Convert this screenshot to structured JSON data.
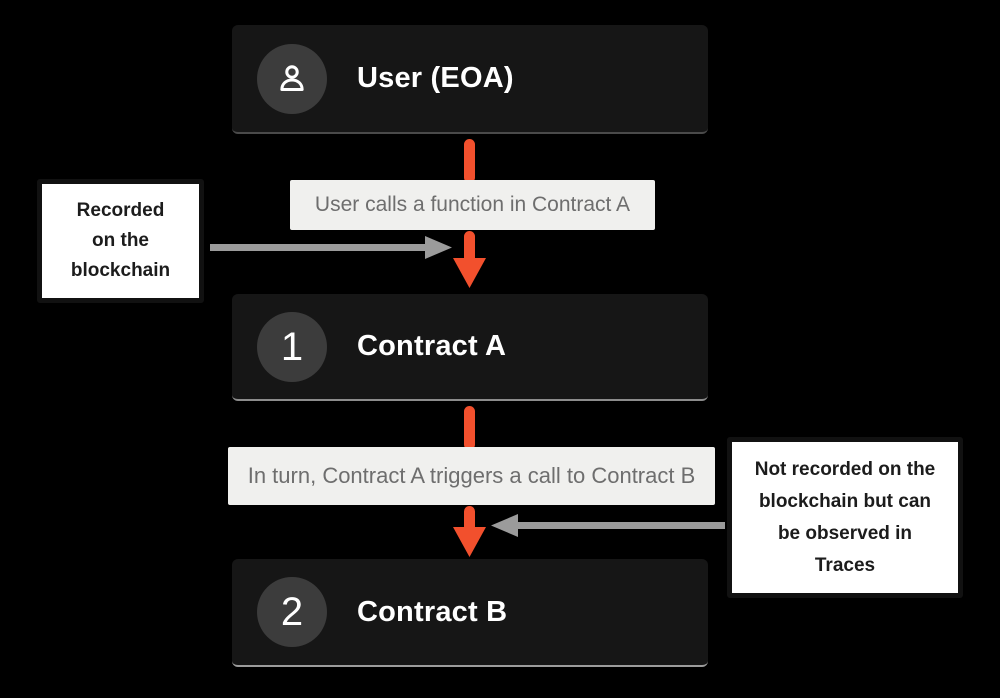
{
  "diagram": {
    "nodes": {
      "user": {
        "title": "User (EOA)",
        "icon": "user-icon"
      },
      "contract_a": {
        "number": "1",
        "title": "Contract A"
      },
      "contract_b": {
        "number": "2",
        "title": "Contract B"
      }
    },
    "edge_labels": {
      "user_to_a": "User calls a function in Contract A",
      "a_to_b": "In turn, Contract A triggers a call to Contract B"
    },
    "notes": {
      "left": {
        "lines": [
          "Recorded",
          "on the",
          "blockchain"
        ]
      },
      "right": {
        "lines": [
          "Not recorded on the",
          "blockchain but can",
          "be observed in",
          "Traces"
        ]
      }
    },
    "colors": {
      "flow_arrow": "#F2502D",
      "annotation_arrow": "#9B9B9B",
      "node_background": "#161616",
      "node_text": "#FFFFFF",
      "edge_label_background": "#F0F0EE",
      "edge_label_text": "#6E6E6E",
      "note_background": "#FFFFFF",
      "note_border": "#111111",
      "page_background": "#000000"
    }
  }
}
